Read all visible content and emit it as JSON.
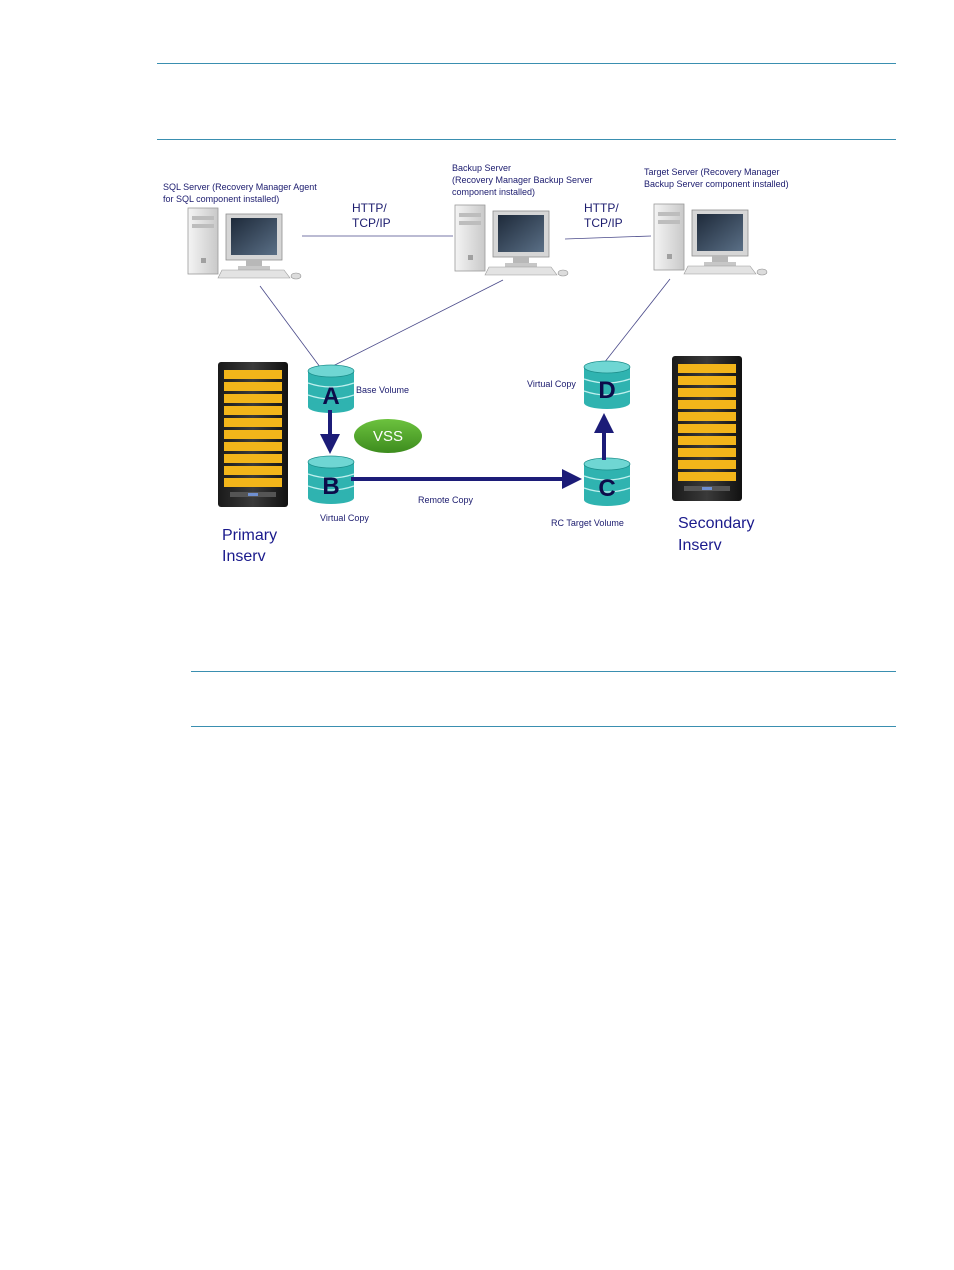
{
  "diagram": {
    "sql_server": {
      "line1": "SQL Server (Recovery Manager Agent",
      "line2": "for SQL component installed)"
    },
    "backup_server": {
      "line1": "Backup Server",
      "line2": "(Recovery Manager Backup Server",
      "line3": "component installed)"
    },
    "target_server": {
      "line1": "Target Server (Recovery Manager",
      "line2": "Backup Server component installed)"
    },
    "protocol_left": {
      "line1": "HTTP/",
      "line2": "TCP/IP"
    },
    "protocol_right": {
      "line1": "HTTP/",
      "line2": "TCP/IP"
    },
    "volumes": {
      "a": {
        "letter": "A",
        "label": "Base Volume"
      },
      "b": {
        "letter": "B",
        "label": "Virtual Copy"
      },
      "c": {
        "letter": "C",
        "label": "RC Target Volume"
      },
      "d": {
        "letter": "D",
        "label": "Virtual Copy"
      }
    },
    "vss": "VSS",
    "remote_copy": "Remote Copy",
    "primary": {
      "line1": "Primary",
      "line2": "Inserv"
    },
    "secondary": {
      "line1": "Secondary",
      "line2": "Inserv"
    },
    "colors": {
      "rule": "#3a8fb0",
      "arrow": "#1c1c78",
      "cylinder": "#2fb3b0",
      "vss": "#4fa82a",
      "cabinet_slot": "#f2b51a"
    }
  }
}
